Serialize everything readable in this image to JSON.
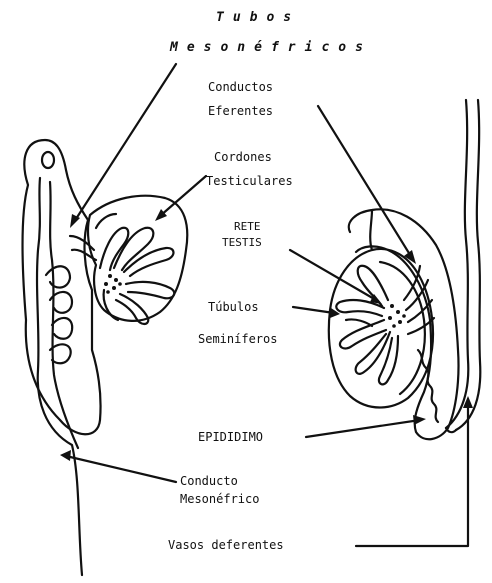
{
  "labels": {
    "tubos": "Tubos",
    "mesonefricos": "Mesonéfricos",
    "conductos": "Conductos",
    "eferentes": "Eferentes",
    "cordones": "Cordones",
    "testiculares": "Testiculares",
    "rete": "RETE",
    "testis": "TESTIS",
    "tubulos": "Túbulos",
    "seminiferos": "Seminíferos",
    "epididimo": "EPIDIDIMO",
    "conducto": "Conducto",
    "mesonefrico": "Mesonéfrico",
    "vasos": "Vasos deferentes"
  },
  "colors": {
    "ink": "#111111",
    "background": "#ffffff"
  }
}
